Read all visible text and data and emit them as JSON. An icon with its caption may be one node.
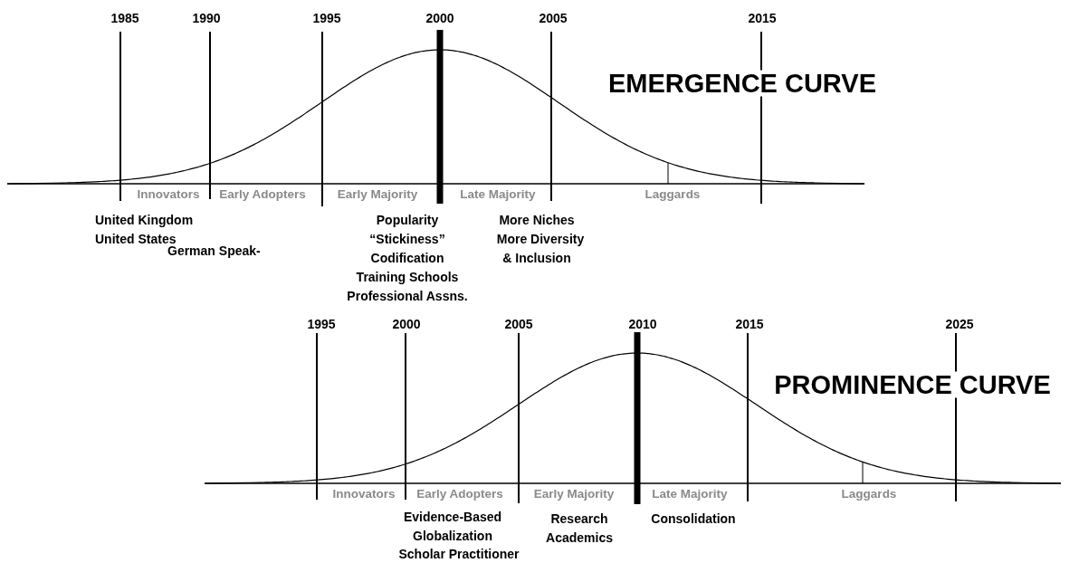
{
  "diagram": {
    "labels": [
      "1985",
      "1990",
      "1995",
      "2000",
      "2005",
      "2015",
      "EMERGENCE CURVE",
      "Innovators",
      "Early Adopters",
      "Early Majority",
      "Late Majority",
      "Laggards",
      "United Kingdom",
      "Popularity",
      "More Niches",
      "United States",
      "“Stickiness”",
      "More Diversity",
      "German Speak-",
      "Codification",
      "& Inclusion",
      "Training Schools",
      "Professional Assns.",
      "1995",
      "2000",
      "2005",
      "2010",
      "2015",
      "2025",
      "PROMINENCE CURVE",
      "Innovators",
      "Early Adopters",
      "Early Majority",
      "Late Majority",
      "Laggards",
      "Evidence-Based",
      "Research",
      "Consolidation",
      "Globalization",
      "Academics",
      "Scholar Practitioner"
    ]
  }
}
